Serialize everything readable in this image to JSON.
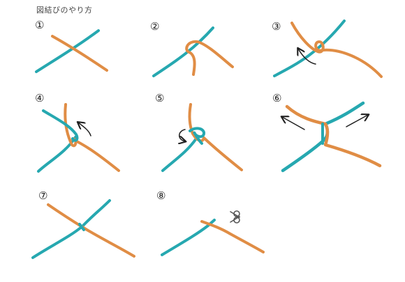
{
  "title": "図結びのやり方",
  "steps": [
    {
      "number": "①"
    },
    {
      "number": "②"
    },
    {
      "number": "③"
    },
    {
      "number": "④"
    },
    {
      "number": "⑤"
    },
    {
      "number": "⑥"
    },
    {
      "number": "⑦"
    },
    {
      "number": "⑧"
    }
  ],
  "colors": {
    "cord_a": "#26a8b0",
    "cord_b": "#e08d45",
    "arrow": "#1f1f1f"
  },
  "icons": [
    "arrow-icon",
    "scissors-icon"
  ]
}
